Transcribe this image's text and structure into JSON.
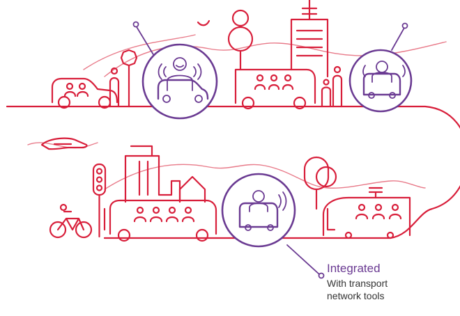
{
  "callout": {
    "title": "Integrated",
    "body_line1": "With transport",
    "body_line2": "network tools"
  },
  "colors": {
    "accent_red": "#d81e3a",
    "accent_purple": "#6a3a92",
    "title_color": "#6a3a92"
  },
  "icons": [
    "car-icon",
    "stop-sign-icon",
    "person-icon",
    "autonomous-car-icon",
    "tree-icon",
    "bus-icon",
    "tower-building-icon",
    "autonomous-shuttle-icon",
    "airplane-icon",
    "traffic-light-icon",
    "bicycle-icon",
    "house-icon",
    "tram-icon"
  ]
}
